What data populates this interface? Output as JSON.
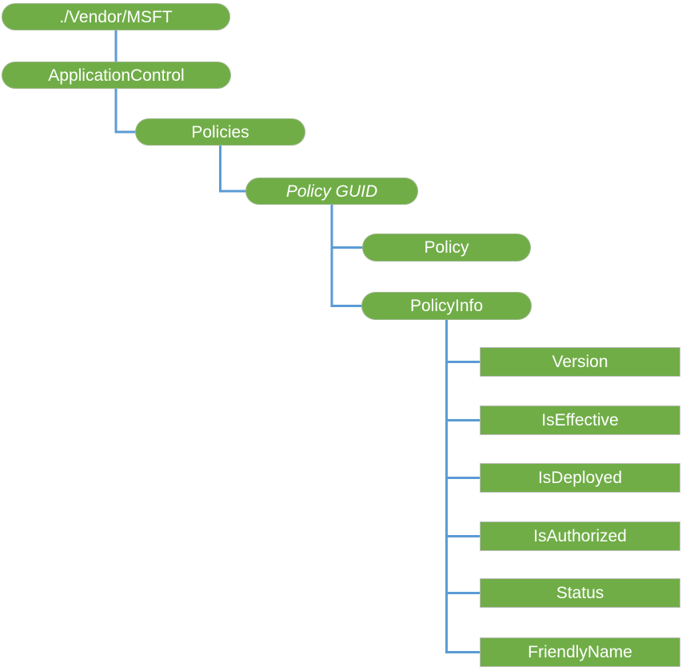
{
  "diagram": {
    "type": "tree",
    "description_colors": {
      "node_fill": "#70AD47",
      "node_text": "#ffffff",
      "connector": "#5B9BD5",
      "leaf_border": "#BFBFBF"
    },
    "nodes": [
      {
        "id": "vendor-msft",
        "label": "./Vendor/MSFT",
        "shape": "pill",
        "italic": false,
        "parent": null
      },
      {
        "id": "application-control",
        "label": "ApplicationControl",
        "shape": "pill",
        "italic": false,
        "parent": "vendor-msft"
      },
      {
        "id": "policies",
        "label": "Policies",
        "shape": "pill",
        "italic": false,
        "parent": "application-control"
      },
      {
        "id": "policy-guid",
        "label": "Policy GUID",
        "shape": "pill",
        "italic": true,
        "parent": "policies"
      },
      {
        "id": "policy",
        "label": "Policy",
        "shape": "pill",
        "italic": false,
        "parent": "policy-guid"
      },
      {
        "id": "policy-info",
        "label": "PolicyInfo",
        "shape": "pill",
        "italic": false,
        "parent": "policy-guid"
      },
      {
        "id": "version",
        "label": "Version",
        "shape": "rect",
        "italic": false,
        "parent": "policy-info"
      },
      {
        "id": "is-effective",
        "label": "IsEffective",
        "shape": "rect",
        "italic": false,
        "parent": "policy-info"
      },
      {
        "id": "is-deployed",
        "label": "IsDeployed",
        "shape": "rect",
        "italic": false,
        "parent": "policy-info"
      },
      {
        "id": "is-authorized",
        "label": "IsAuthorized",
        "shape": "rect",
        "italic": false,
        "parent": "policy-info"
      },
      {
        "id": "status",
        "label": "Status",
        "shape": "rect",
        "italic": false,
        "parent": "policy-info"
      },
      {
        "id": "friendly-name",
        "label": "FriendlyName",
        "shape": "rect",
        "italic": false,
        "parent": "policy-info"
      }
    ]
  }
}
